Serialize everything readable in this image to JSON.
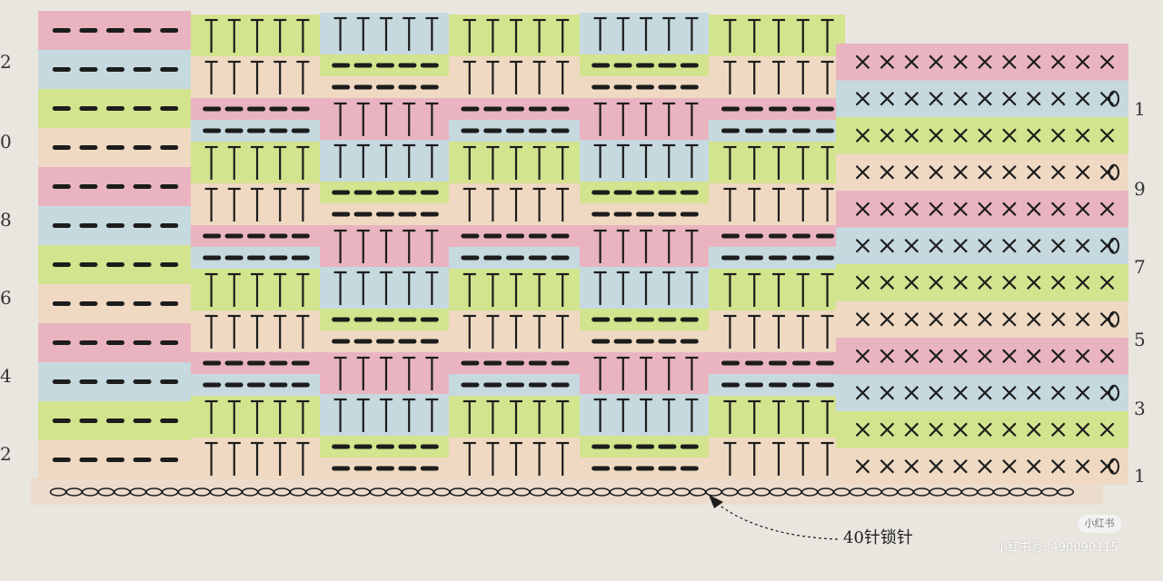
{
  "colors": {
    "pink": "#e9b4bf",
    "blue": "#c5d9df",
    "green": "#d2e48d",
    "cream": "#efd9c2",
    "base": "#ecdccd",
    "ink": "#1c1c1c",
    "paper": "#e9e6e0"
  },
  "diagram": {
    "row_colors": [
      "cream",
      "green",
      "blue",
      "pink",
      "cream",
      "green",
      "blue",
      "pink",
      "cream",
      "green",
      "blue",
      "pink"
    ],
    "column_heights": [
      {
        "type": "dash",
        "rows": 12
      },
      {
        "type": "alternating",
        "rows": 13,
        "offset": 0
      },
      {
        "type": "alternating",
        "rows": 12,
        "offset": 1
      },
      {
        "type": "alternating",
        "rows": 13,
        "offset": 0
      },
      {
        "type": "alternating",
        "rows": 12,
        "offset": 1
      },
      {
        "type": "alternating",
        "rows": 13,
        "offset": 0
      },
      {
        "type": "single",
        "rows": 12
      }
    ],
    "stitch_symbols": {
      "dash": "▬",
      "treble": "T",
      "single": "X",
      "turn": "0"
    }
  },
  "row_numbers_left": [
    "2",
    "0",
    "8",
    "6",
    "4",
    "2"
  ],
  "row_numbers_right": [
    "1",
    "9",
    "7",
    "5",
    "3",
    "1"
  ],
  "chain_label": "40针锁针",
  "watermark": {
    "badge": "小红书",
    "id": "小红书号: 490090115"
  }
}
